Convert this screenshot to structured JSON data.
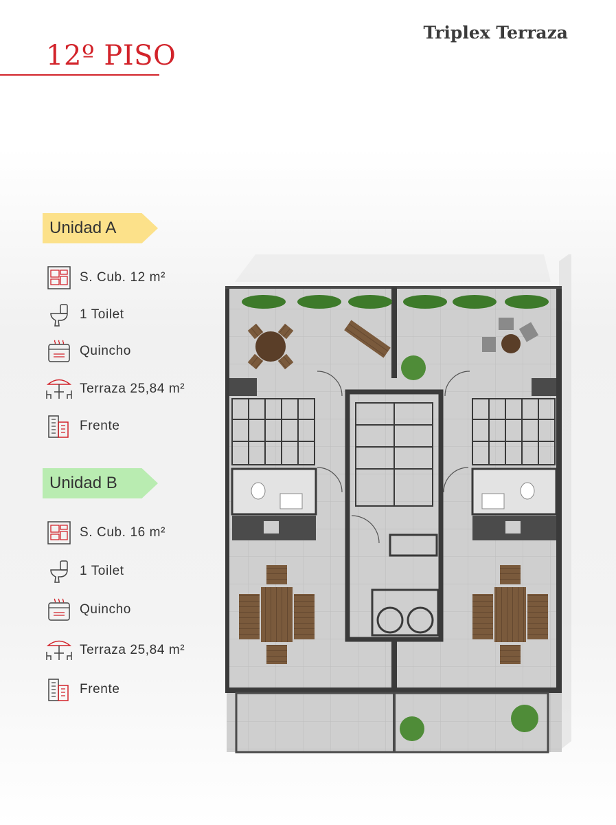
{
  "header": {
    "floor_title": "12º PISO",
    "subtitle": "Triplex Terraza"
  },
  "colors": {
    "accent_red": "#d2232a",
    "unit_a_tag": "#fce18a",
    "unit_b_tag": "#b9ecb1"
  },
  "units": [
    {
      "name": "Unidad A",
      "features": [
        {
          "icon": "floorplan-icon",
          "label": "S. Cub. 12 m²"
        },
        {
          "icon": "toilet-icon",
          "label": "1 Toilet"
        },
        {
          "icon": "grill-icon",
          "label": "Quincho"
        },
        {
          "icon": "terrace-umbrella-icon",
          "label": "Terraza 25,84 m²"
        },
        {
          "icon": "building-front-icon",
          "label": "Frente"
        }
      ]
    },
    {
      "name": "Unidad B",
      "features": [
        {
          "icon": "floorplan-icon",
          "label": "S. Cub. 16 m²"
        },
        {
          "icon": "toilet-icon",
          "label": "1 Toilet"
        },
        {
          "icon": "grill-icon",
          "label": "Quincho"
        },
        {
          "icon": "terrace-umbrella-icon",
          "label": "Terraza 25,84 m²"
        },
        {
          "icon": "building-front-icon",
          "label": "Frente"
        }
      ]
    }
  ]
}
